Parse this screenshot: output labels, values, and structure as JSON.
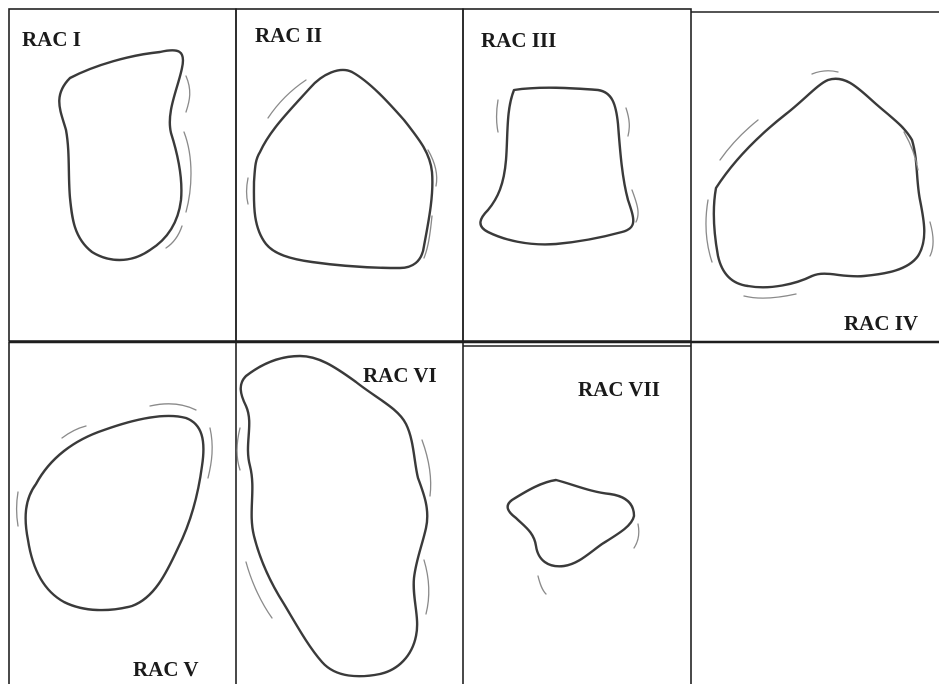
{
  "panels": [
    {
      "label": "RAC I"
    },
    {
      "label": "RAC II"
    },
    {
      "label": "RAC III"
    },
    {
      "label": "RAC IV"
    },
    {
      "label": "RAC V"
    },
    {
      "label": "RAC VI"
    },
    {
      "label": "RAC VII"
    }
  ]
}
